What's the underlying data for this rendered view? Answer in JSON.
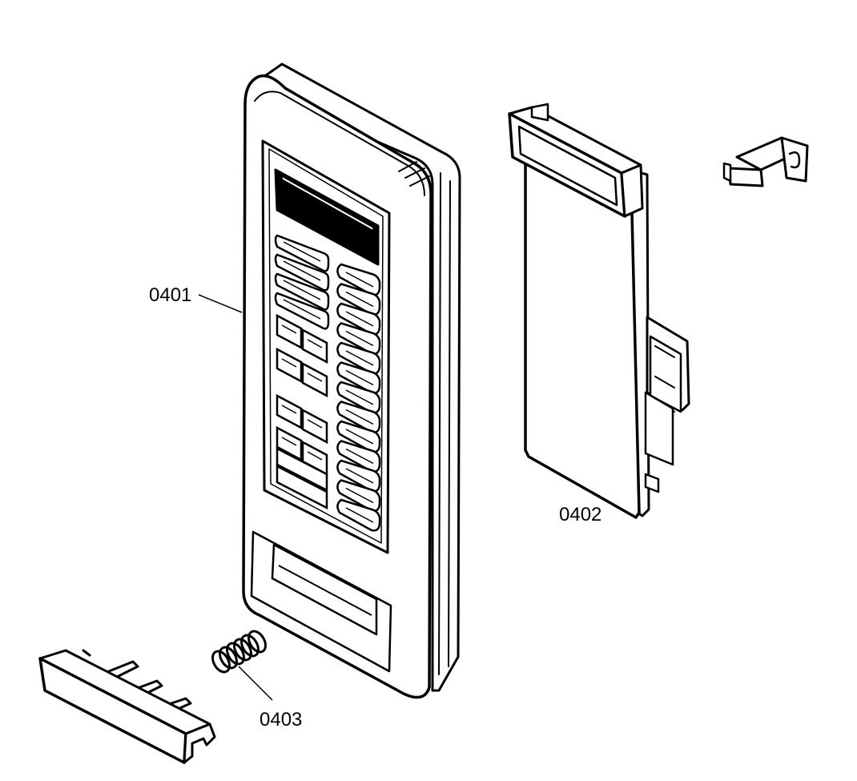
{
  "labels": {
    "part_0401": "0401",
    "part_0402": "0402",
    "part_0403": "0403"
  },
  "colors": {
    "line": "#000000",
    "fill": "#ffffff",
    "display": "#000000"
  }
}
